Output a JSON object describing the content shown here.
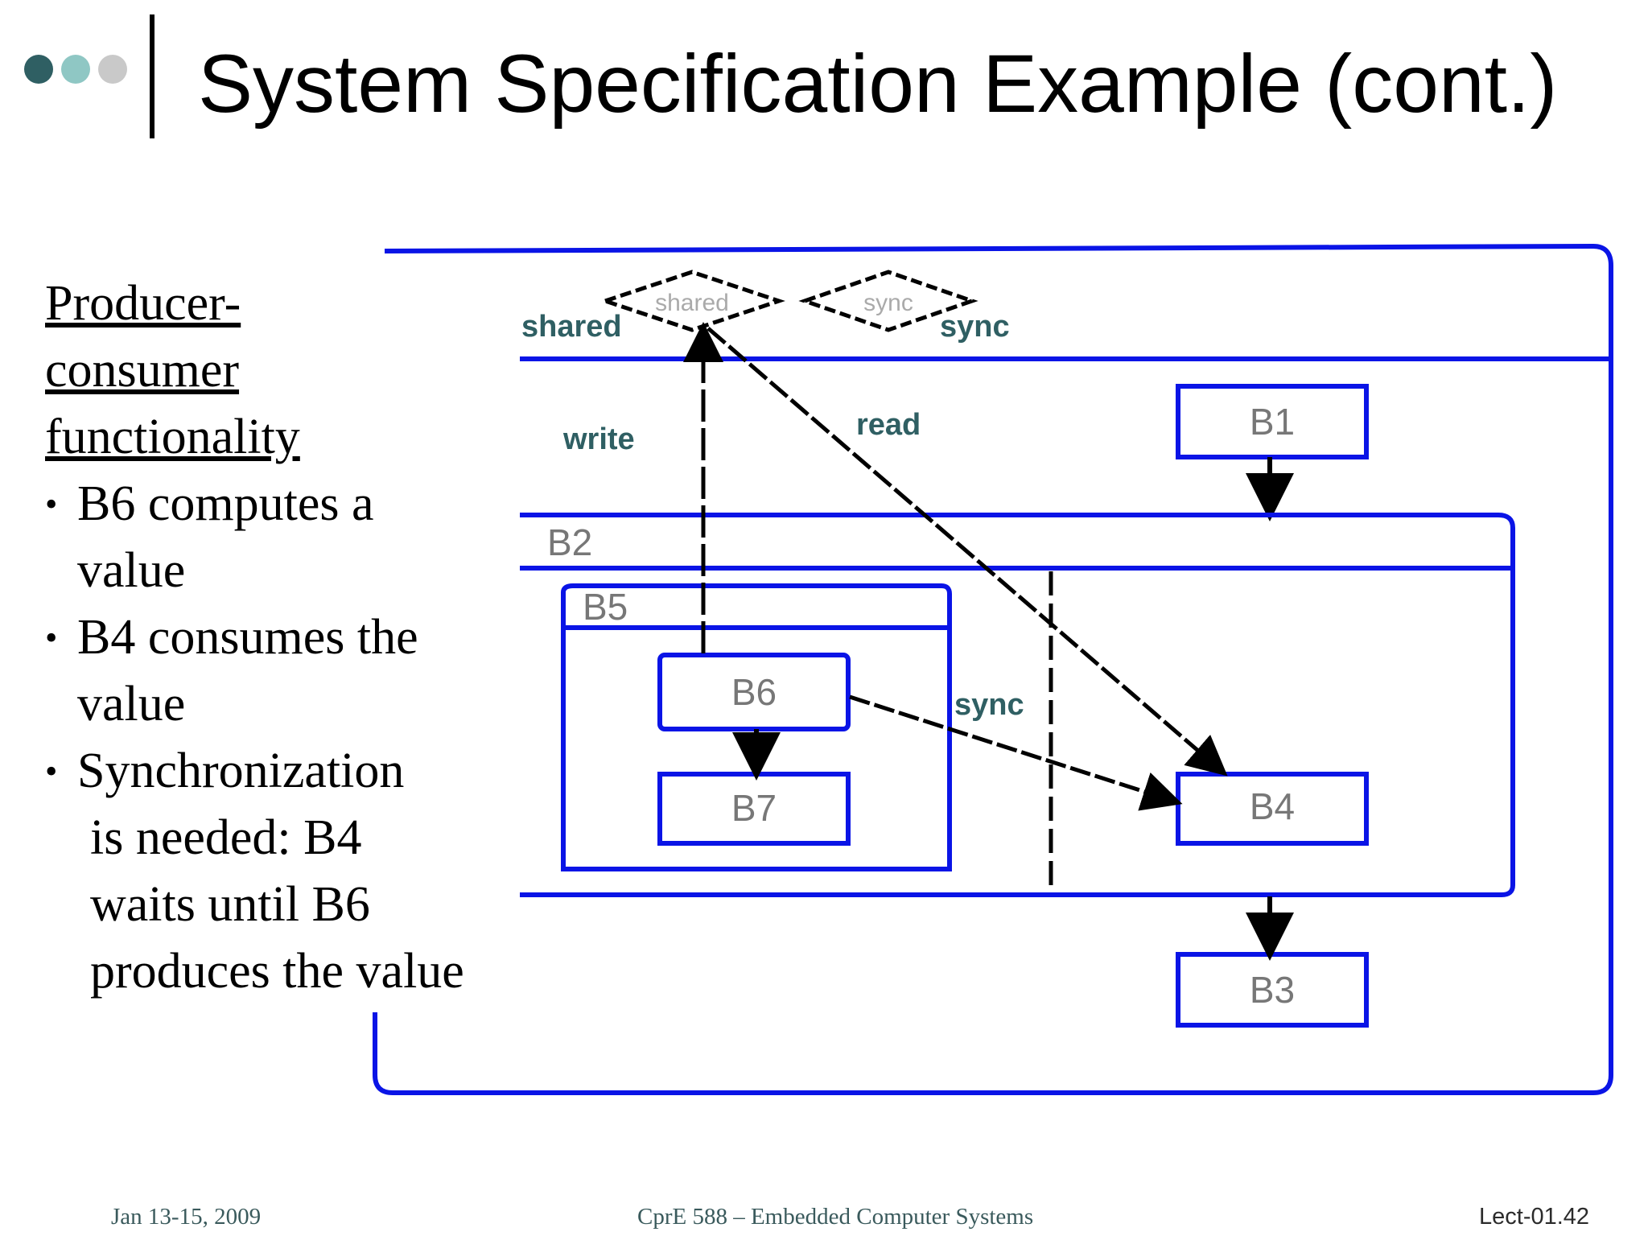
{
  "slide": {
    "title": "System Specification Example (cont.)"
  },
  "left_text": {
    "heading_lines": [
      "Producer-",
      "consumer",
      "functionality"
    ],
    "bullets": [
      {
        "lines": [
          "B6 computes a",
          "value"
        ]
      },
      {
        "lines": [
          "B4 consumes the",
          "value"
        ]
      },
      {
        "lines": [
          "Synchronization",
          "is needed: B4",
          "waits until B6",
          "produces the value"
        ]
      }
    ]
  },
  "diagram": {
    "variables": {
      "shared_label": "shared",
      "sync_label": "sync",
      "shared_diamond": "shared",
      "sync_diamond": "sync"
    },
    "edges": {
      "write": "write",
      "read": "read",
      "sync": "sync"
    },
    "blocks": {
      "b1": "B1",
      "b2": "B2",
      "b3": "B3",
      "b4": "B4",
      "b5": "B5",
      "b6": "B6",
      "b7": "B7"
    },
    "colors": {
      "block_border": "#0a14e6",
      "arrow": "#000000",
      "label": "#2f5f63"
    }
  },
  "footer": {
    "date": "Jan 13-15, 2009",
    "course": "CprE 588 – Embedded Computer Systems",
    "lecture": "Lect-01.42"
  }
}
